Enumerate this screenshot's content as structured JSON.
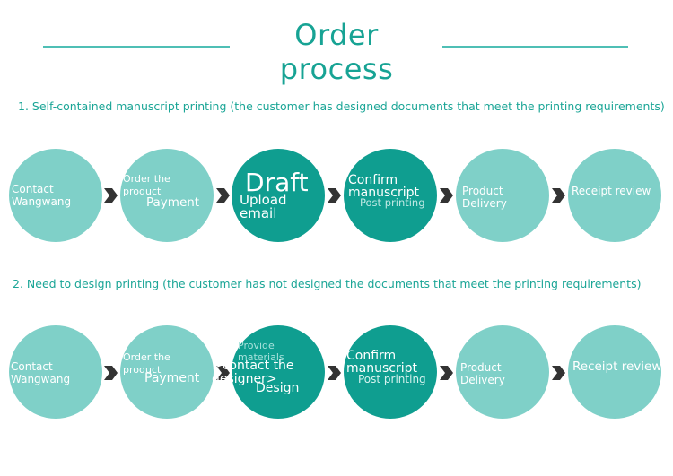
{
  "title": "Order process",
  "section1": {
    "heading": "1. Self-contained manuscript printing (the customer has designed documents that meet the printing requirements)",
    "steps": [
      {
        "lines": [
          "Contact",
          "Wangwang"
        ]
      },
      {
        "lines": [
          "Order the",
          "product",
          "Payment"
        ]
      },
      {
        "lines": [
          "Draft",
          "Upload",
          "email"
        ]
      },
      {
        "lines": [
          "Confirm",
          "manuscript",
          "Post printing"
        ]
      },
      {
        "lines": [
          "Product",
          "Delivery"
        ]
      },
      {
        "lines": [
          "Receipt review"
        ]
      }
    ]
  },
  "section2": {
    "heading": "2. Need to design printing (the customer has not designed the documents that meet the printing requirements)",
    "steps": [
      {
        "lines": [
          "Contact",
          "Wangwang"
        ]
      },
      {
        "lines": [
          "Order the",
          "product",
          "Payment"
        ]
      },
      {
        "lines": [
          "Provide",
          "materials",
          ">contact the",
          "designer>",
          "Design"
        ]
      },
      {
        "lines": [
          "Confirm",
          "manuscript",
          "Post printing"
        ]
      },
      {
        "lines": [
          "Product",
          "Delivery"
        ]
      },
      {
        "lines": [
          "Receipt review"
        ]
      }
    ]
  },
  "colors": {
    "accent": "#17a394",
    "circle_light": "#7fd0c8",
    "circle_dark": "#0f9e90",
    "arrow": "#333333"
  },
  "icons": [
    "chevron-right-icon"
  ]
}
